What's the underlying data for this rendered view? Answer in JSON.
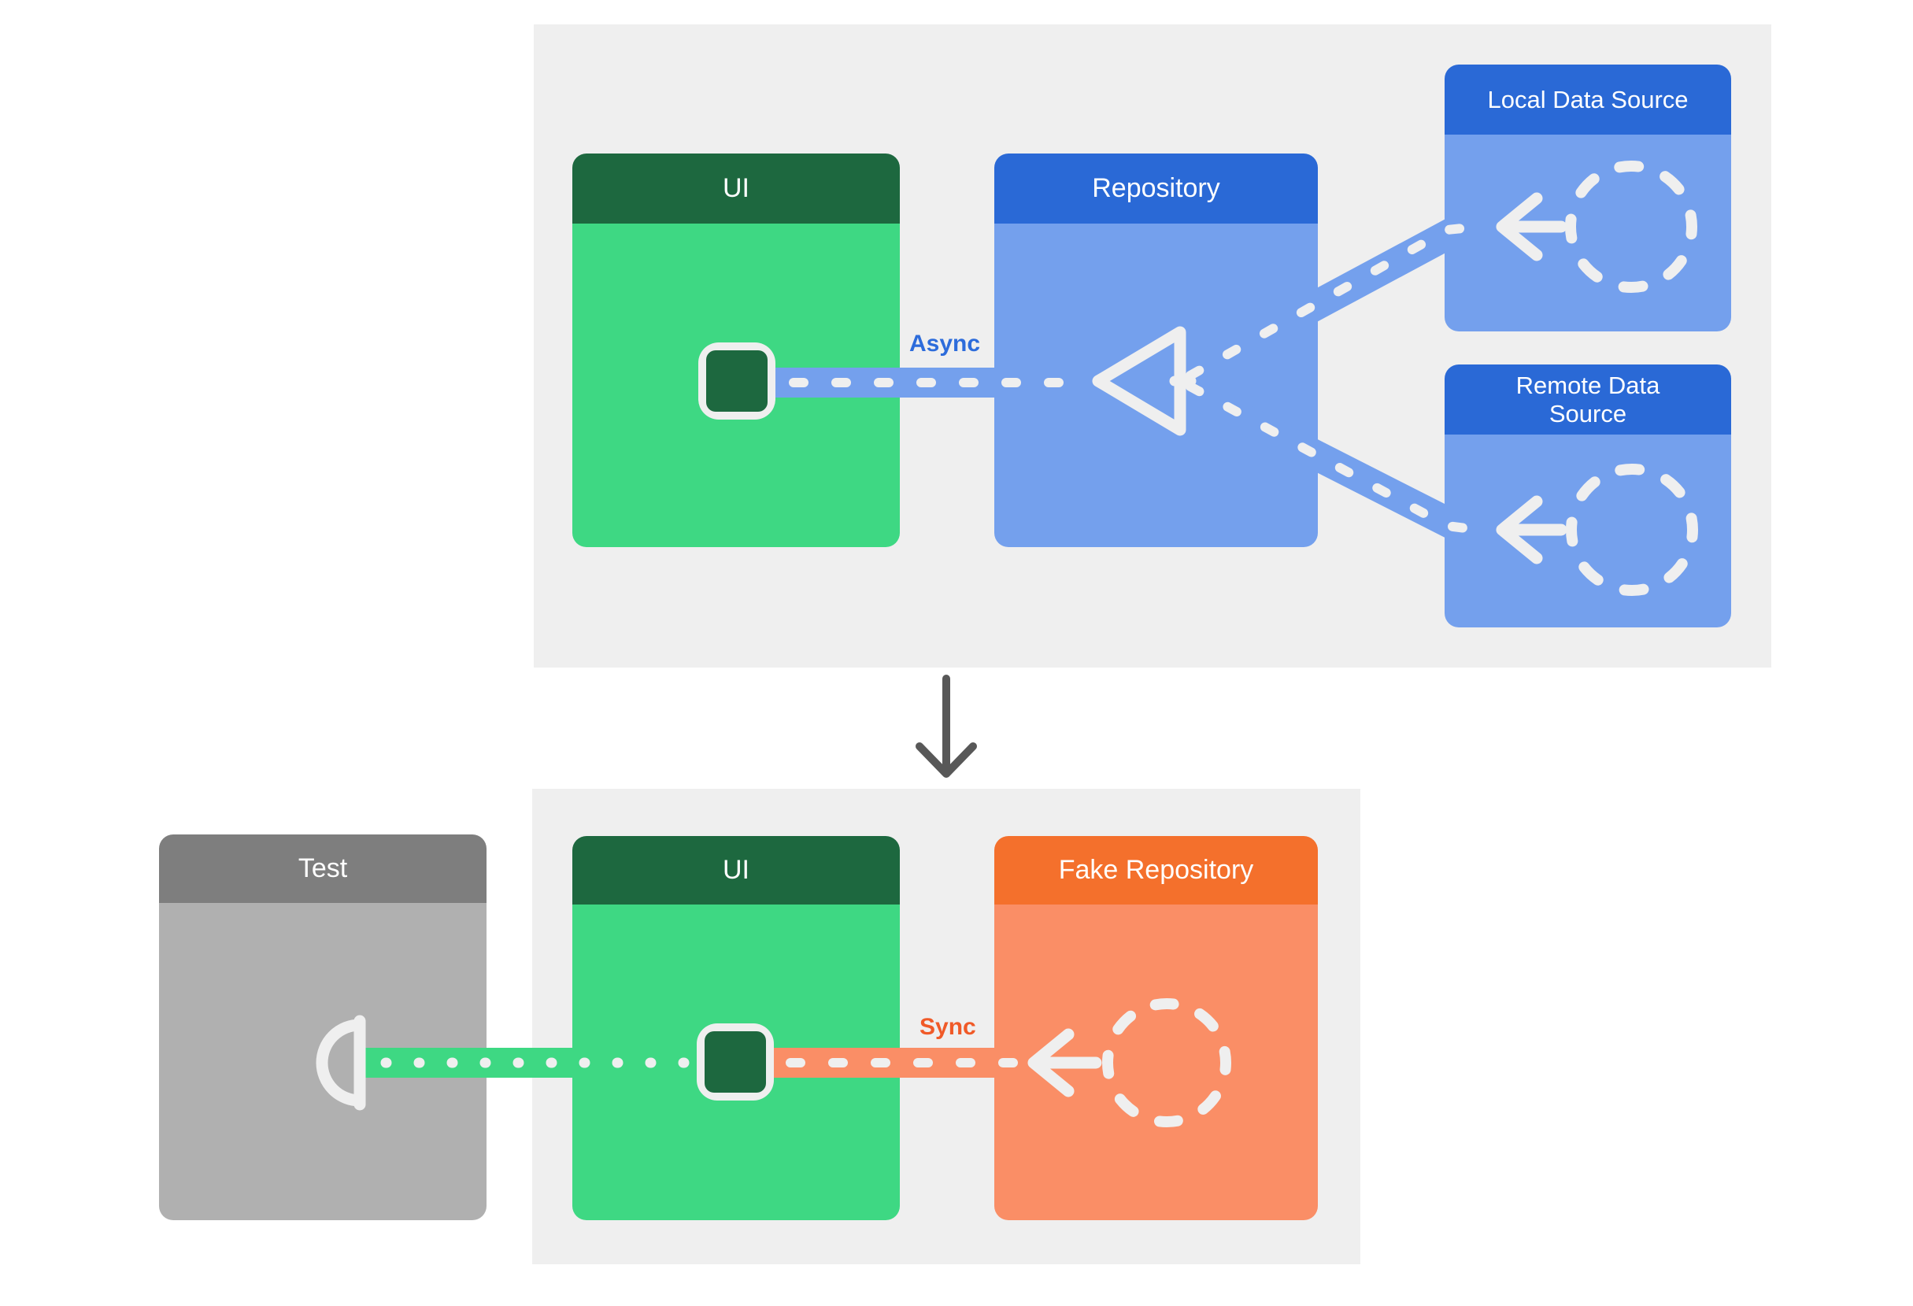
{
  "diagram_title": "",
  "top_diagram": {
    "panel": "architecture-with-real-repository",
    "ui_box": {
      "title": "UI",
      "icon": "screen-icon"
    },
    "repository_box": {
      "title": "Repository",
      "icon": "merge-triangle-icon"
    },
    "local_data_source_box": {
      "title": "Local Data Source",
      "icon": "dashed-circle-icon"
    },
    "remote_data_source_box": {
      "title_line1": "Remote Data",
      "title_line2": "Source",
      "icon": "dashed-circle-icon"
    },
    "connection_label": "Async",
    "connections": [
      "local-data-source to repository (dashed arrow left)",
      "remote-data-source to repository (dashed arrow left)",
      "repository to ui (dashed line, async)"
    ]
  },
  "transition": {
    "icon": "down-arrow-icon"
  },
  "bottom_diagram": {
    "panel": "architecture-under-test-with-fake-repository",
    "test_box": {
      "title": "Test",
      "icon": "socket-icon"
    },
    "ui_box": {
      "title": "UI",
      "icon": "screen-icon"
    },
    "fake_repository_box": {
      "title": "Fake Repository",
      "icon": "dashed-circle-icon"
    },
    "connection_label": "Sync",
    "connections": [
      "fake-repository to ui (dashed arrow left, sync)",
      "ui to test (dotted line)"
    ]
  },
  "colors": {
    "page_background": "#ffffff",
    "panel_background": "#efefef",
    "green_header": "#1d683f",
    "green_body": "#3ed883",
    "blue_header": "#2a69d6",
    "blue_body": "#74a0ed",
    "orange_header": "#f4702c",
    "orange_body": "#fa8e66",
    "gray_header": "#7e7e7e",
    "gray_body": "#b0b0b0",
    "async_label": "#2d6cdb",
    "sync_label": "#f05a28",
    "line_white": "#efefef",
    "transition_arrow": "#585858"
  }
}
